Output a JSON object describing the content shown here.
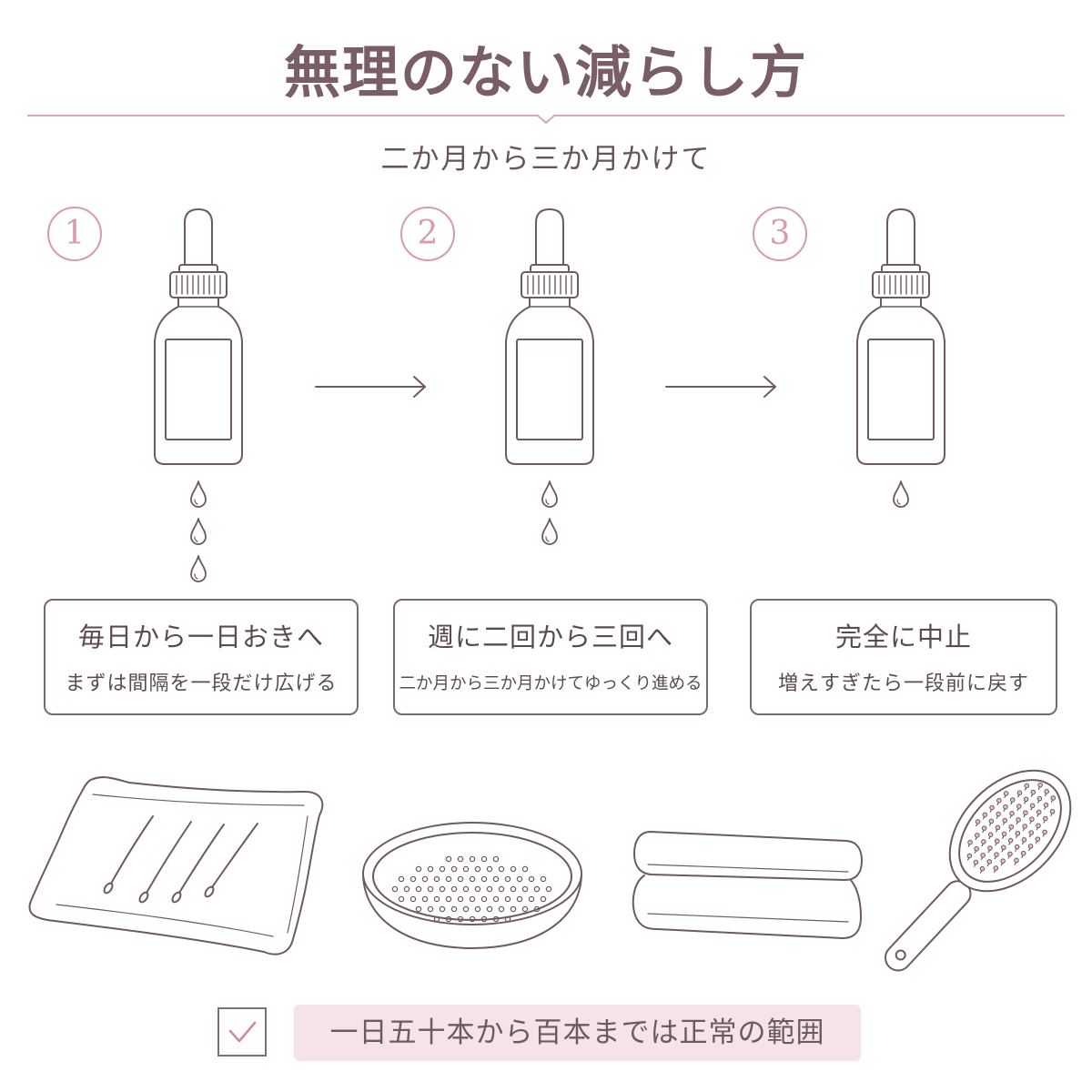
{
  "title": "無理のない減らし方",
  "subtitle": "二か月から三か月かけて",
  "steps": [
    {
      "number": "1",
      "title": "毎日から一日おきへ",
      "description": "まずは間隔を一段だけ広げる",
      "drops": 3
    },
    {
      "number": "2",
      "title": "週に二回から三回へ",
      "description": "二か月から三か月かけてゆっくり進める",
      "drops": 2
    },
    {
      "number": "3",
      "title": "完全に中止",
      "description": "増えすぎたら一段前に戻す",
      "drops": 1
    }
  ],
  "icons": {
    "step": "dropper-bottle-icon",
    "drop": "drop-icon",
    "arrow": "arrow-right-icon",
    "check": "checkbox-icon"
  },
  "illustrations": [
    "pillow-icon",
    "drain-strainer-icon",
    "towel-icon",
    "hairbrush-icon"
  ],
  "footer": {
    "checked": true,
    "note": "一日五十本から百本までは正常の範囲"
  },
  "colors": {
    "title": "#7a5e66",
    "accent": "#d99aab",
    "stroke": "#6e5a5f",
    "banner": "#f6e3e8",
    "text": "#5b4a4f"
  }
}
